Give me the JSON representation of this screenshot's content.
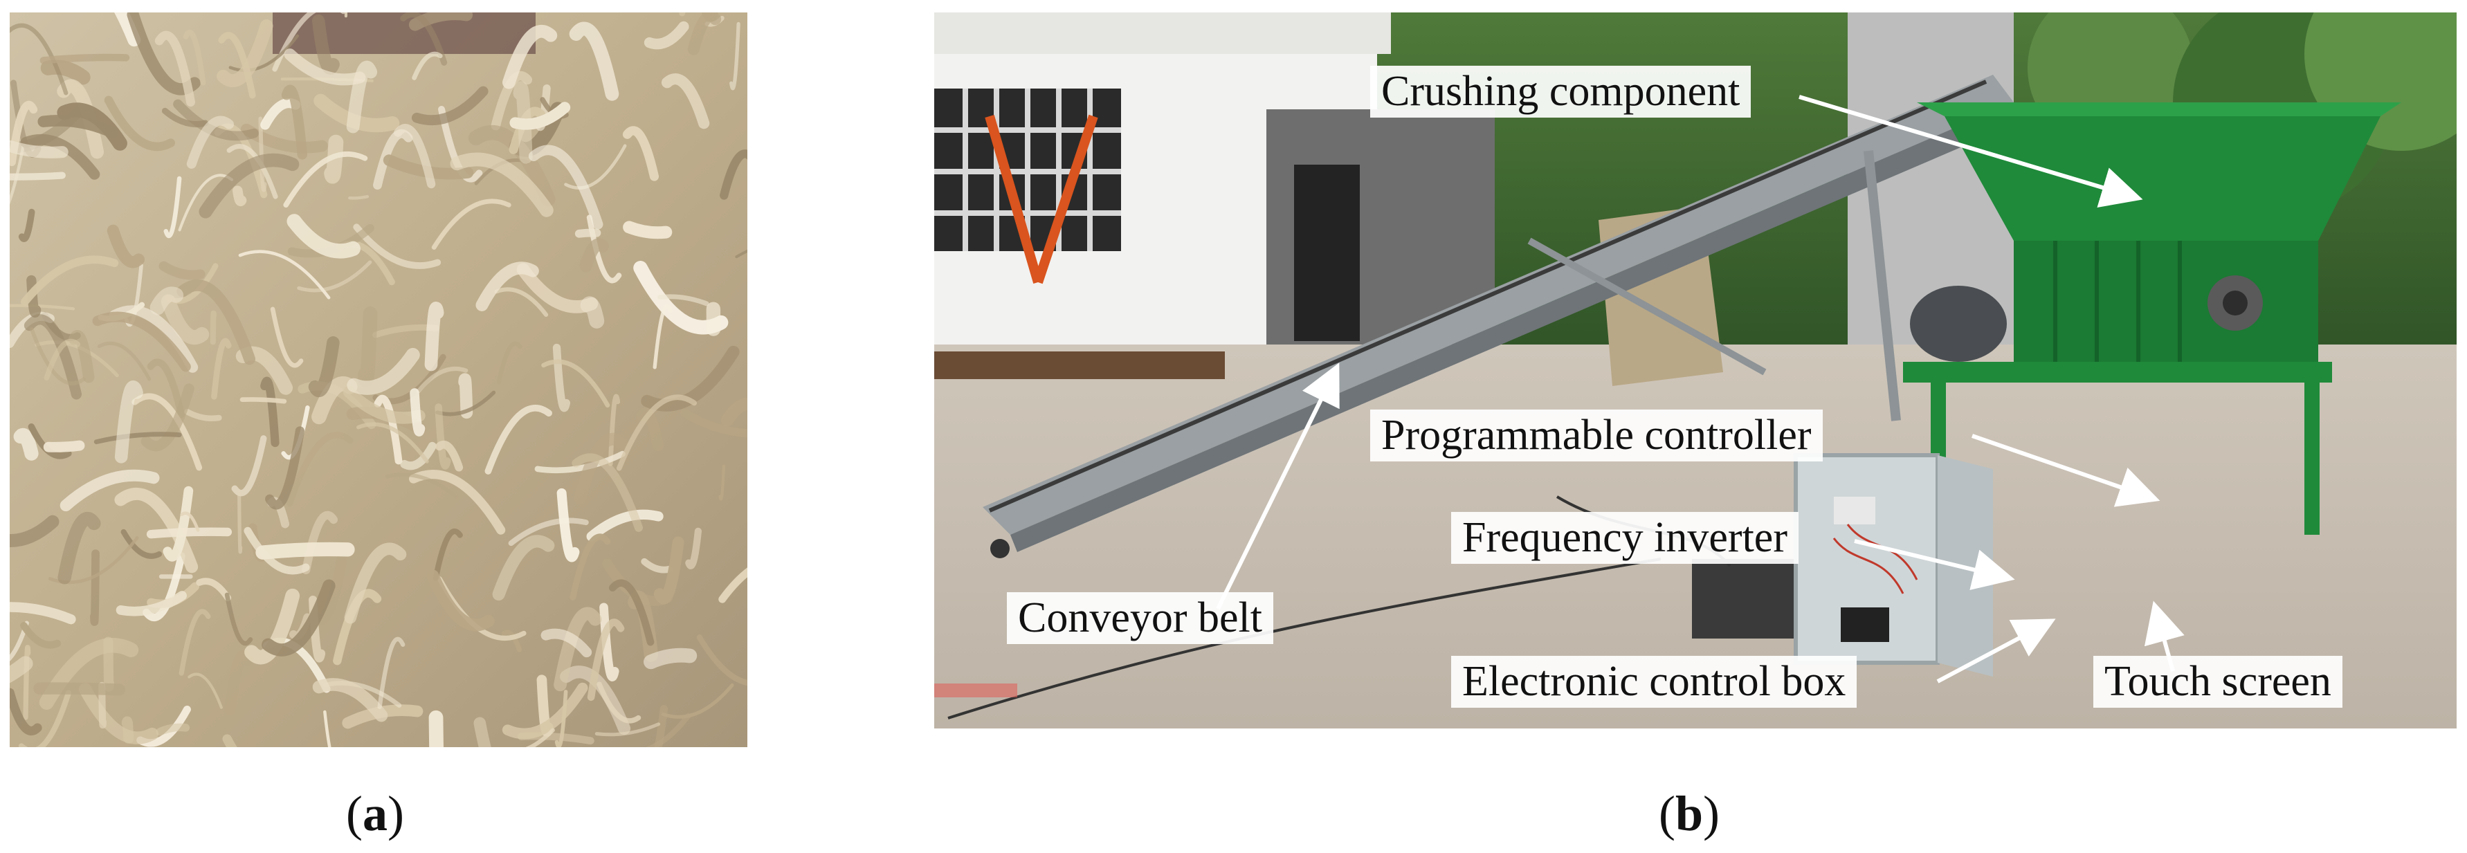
{
  "panels": {
    "a": {
      "caption_letter": "a",
      "description": "pile of crumpled waste agricultural plastic film"
    },
    "b": {
      "caption_letter": "b"
    }
  },
  "labels": {
    "crushing_component": "Crushing component",
    "programmable_controller": "Programmable controller",
    "frequency_inverter": "Frequency inverter",
    "conveyor_belt": "Conveyor belt",
    "electronic_control_box": "Electronic control box",
    "touch_screen": "Touch screen"
  },
  "colors": {
    "machine_green": "#1f8a3a",
    "film": "#d9ccb1",
    "wall": "#f2f2f0",
    "pavement": "#d7cfc4"
  }
}
